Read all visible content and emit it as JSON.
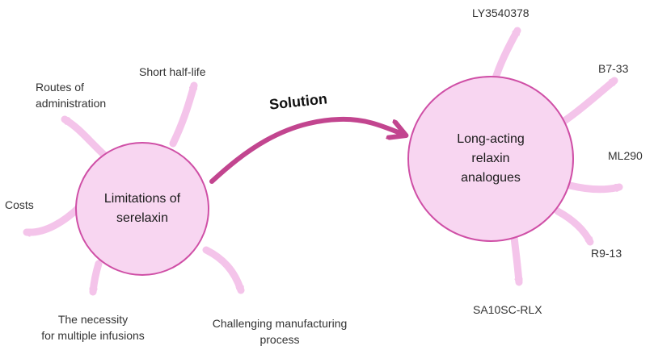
{
  "colors": {
    "node_fill": "#f8d6f1",
    "node_border": "#cf4fa6",
    "arrow_light": "#f4c4ea",
    "arrow_main": "#c2458f"
  },
  "left_node": {
    "label": "Limitations of\nserelaxin"
  },
  "right_node": {
    "label": "Long-acting\nrelaxin\nanalogues"
  },
  "connector": {
    "label": "Solution"
  },
  "limitations": {
    "routes": "Routes of\nadministration",
    "half_life": "Short half-life",
    "costs": "Costs",
    "infusions": "The necessity\nfor multiple infusions",
    "manufacturing": "Challenging manufacturing\nprocess"
  },
  "analogues": {
    "ly": "LY3540378",
    "b7": "B7-33",
    "ml": "ML290",
    "r9": "R9-13",
    "sa": "SA10SC-RLX"
  }
}
